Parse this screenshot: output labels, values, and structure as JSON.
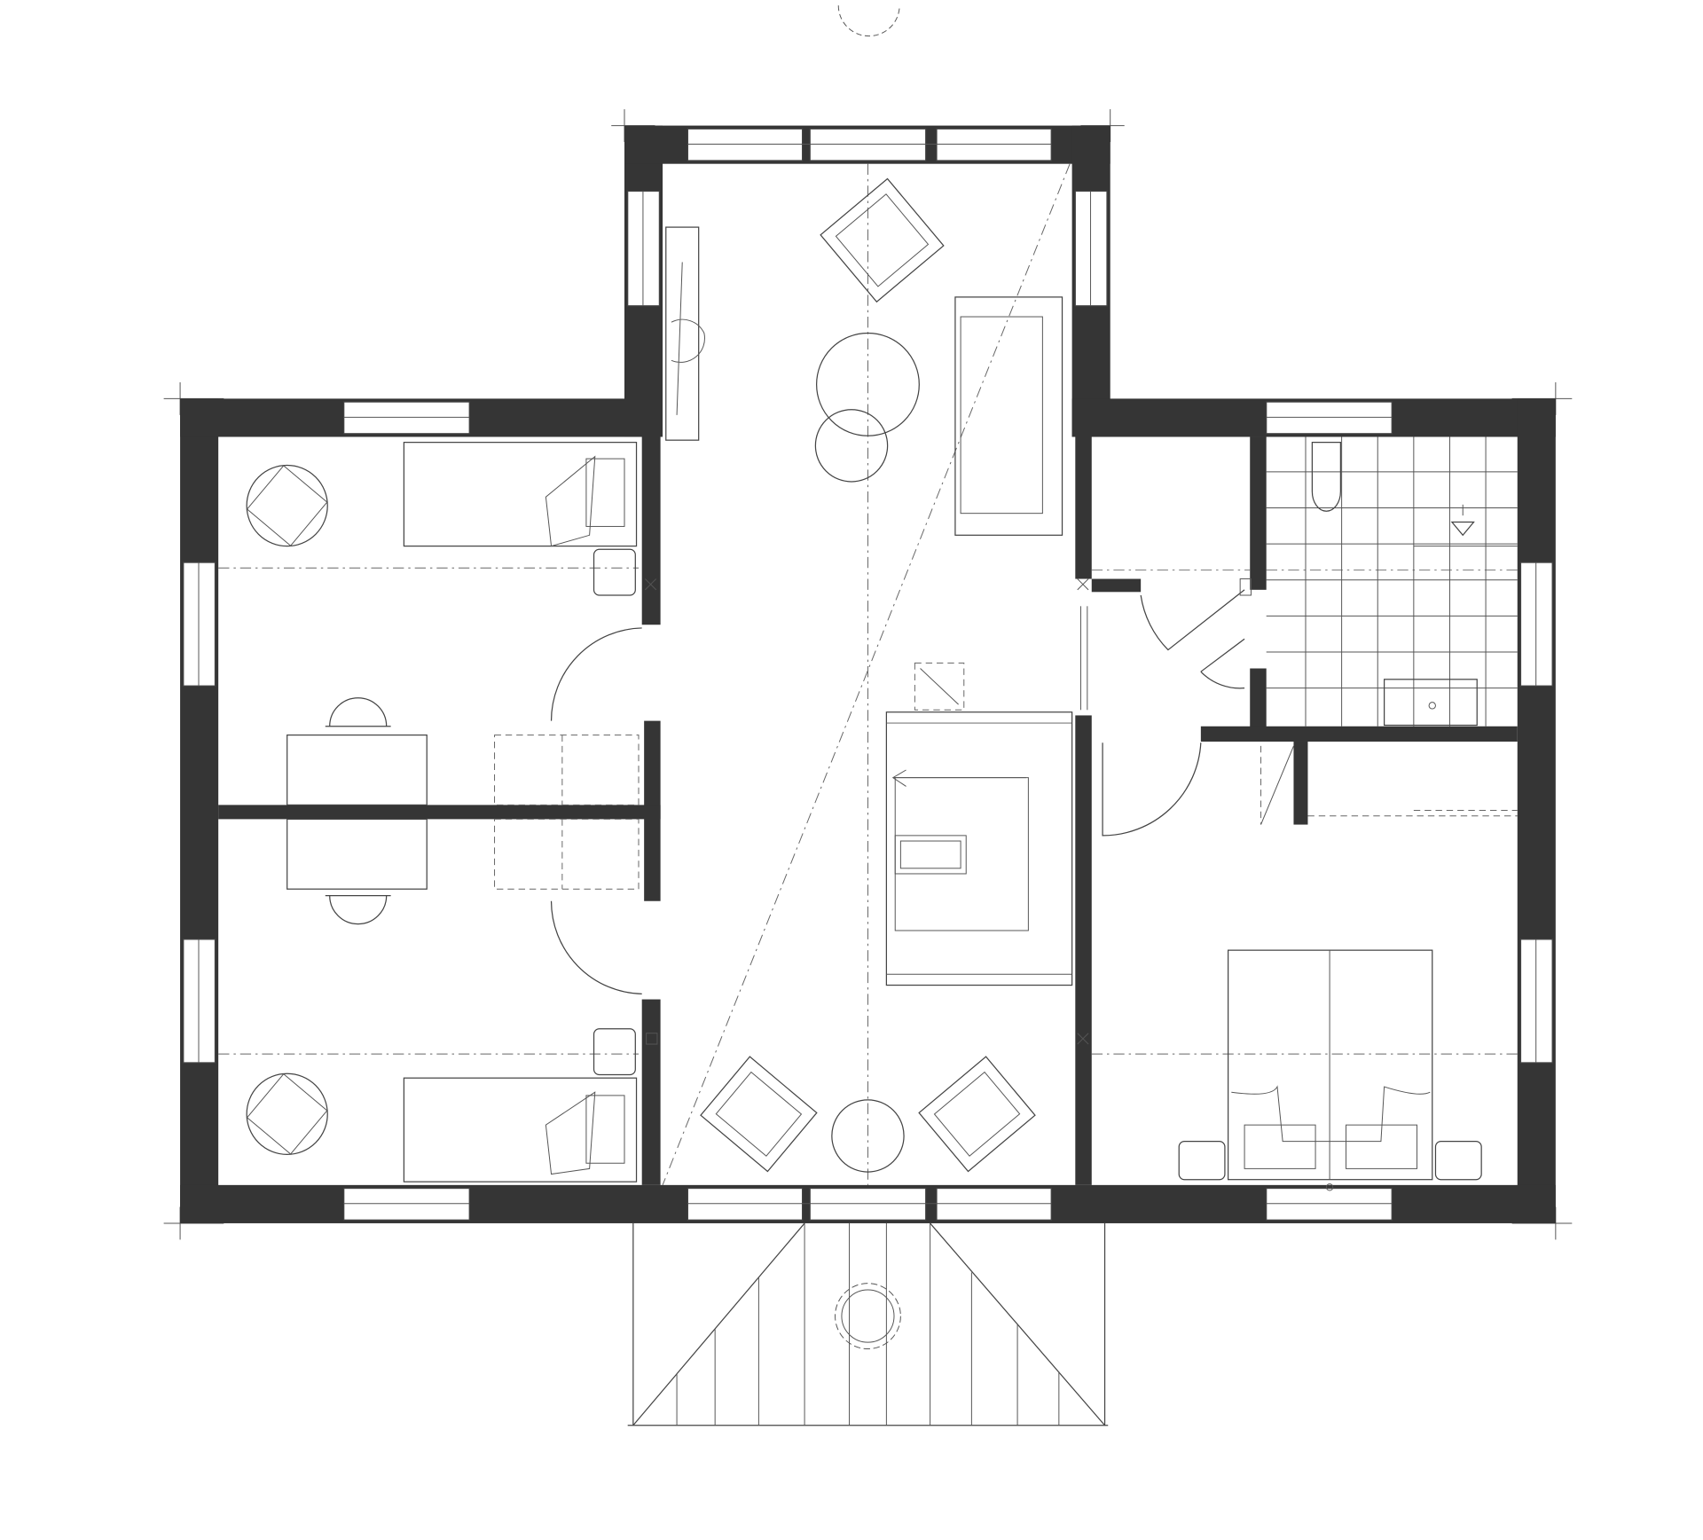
{
  "plan": {
    "wall_color": "#353535",
    "line_color": "#444444",
    "background": "#ffffff",
    "rooms": [
      "bedroom-top-left",
      "bedroom-bottom-left",
      "living-hall",
      "entry-corridor",
      "bathroom",
      "closet",
      "master-bedroom",
      "entrance-porch"
    ]
  }
}
